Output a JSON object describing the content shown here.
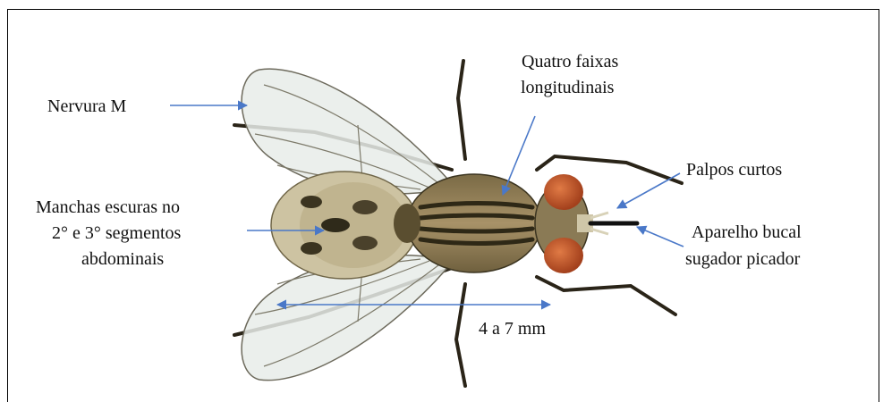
{
  "labels": {
    "nervura": "Nervura M",
    "faixas_l1": "Quatro faixas",
    "faixas_l2": "longitudinais",
    "palpos": "Palpos curtos",
    "manchas_l1": "Manchas escuras no",
    "manchas_l2": "2° e 3° segmentos",
    "manchas_l3": "abdominais",
    "aparelho_l1": "Aparelho bucal",
    "aparelho_l2": "sugador picador",
    "medida": "4 a 7 mm"
  },
  "colors": {
    "arrow": "#4a78c8",
    "body_dark": "#3b3420",
    "body_tan": "#a8946a",
    "eye": "#c0552a",
    "wing": "#e8ece9"
  }
}
